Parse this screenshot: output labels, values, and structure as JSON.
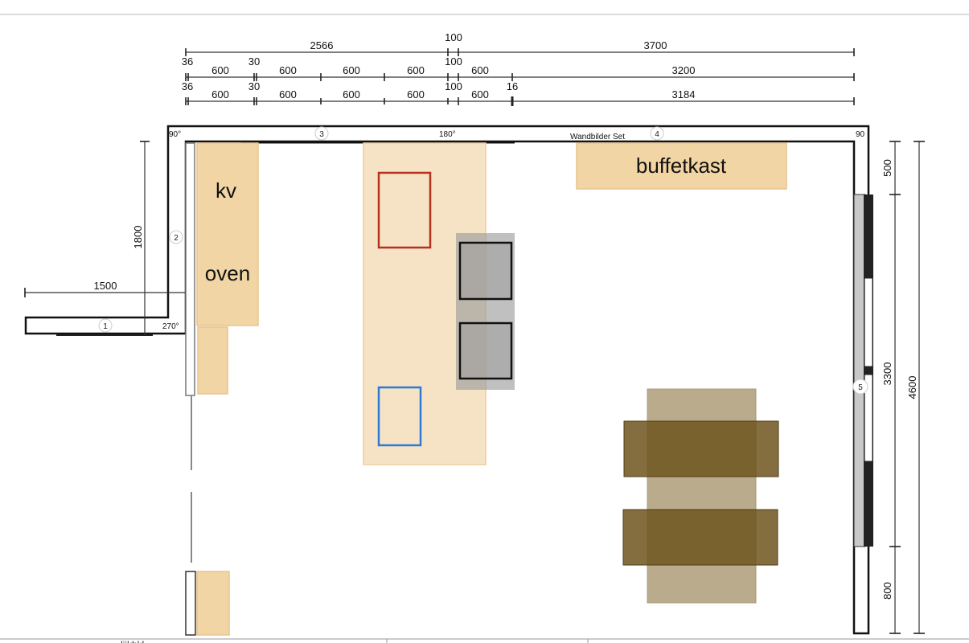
{
  "dimensions_top": {
    "row1": {
      "a": "2566",
      "b": "100",
      "c": "3700"
    },
    "row2": {
      "a": "36",
      "b": "600",
      "c": "30",
      "d": "600",
      "e": "600",
      "f": "600",
      "g": "100",
      "h": "600",
      "i": "3200"
    },
    "row3": {
      "a": "36",
      "b": "600",
      "c": "30",
      "d": "600",
      "e": "600",
      "f": "600",
      "g": "100",
      "h": "600",
      "i": "16",
      "j": "3184"
    }
  },
  "dimensions_left": {
    "vertical": "1800",
    "horizontal": "1500"
  },
  "dimensions_right": {
    "top": "500",
    "middle": "3300",
    "bottom": "800",
    "total": "4600"
  },
  "walls": {
    "w1": "1",
    "w2": "2",
    "w3": "3",
    "w4": "4",
    "w5": "5"
  },
  "angles": {
    "top_left": "90°",
    "inner_left": "270°",
    "top_mid": "180°",
    "top_right": "90"
  },
  "wall_item_label": "Wandbilder Set",
  "furniture": {
    "kv": "kv",
    "oven": "oven",
    "buffetkast": "buffetkast"
  },
  "colors": {
    "cabinet": "#f2d5a4",
    "island": "#f6e3c6",
    "sink": "#b5311e",
    "hob": "#2b7bd4",
    "chairs": "#6e5520",
    "table": "#b9ab8c"
  },
  "footer": {
    "label": "lijkbkl"
  }
}
